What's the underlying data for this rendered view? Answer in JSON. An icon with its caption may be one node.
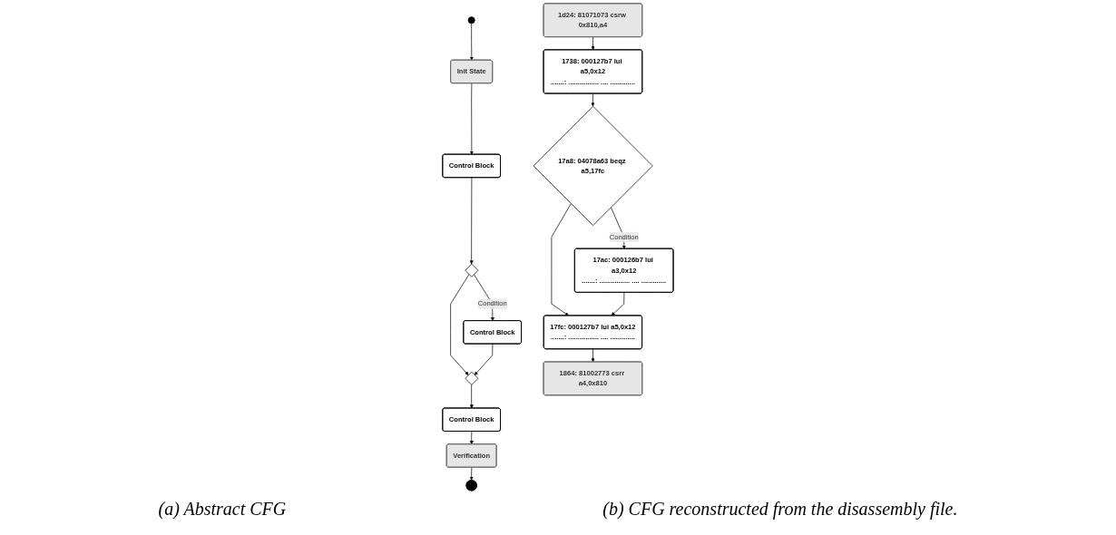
{
  "diagram": {
    "nodes": [
      {
        "text": [],
        "shape": "circle"
      },
      {
        "text": [
          "Init State"
        ]
      },
      {
        "text": [
          "Control Block"
        ]
      },
      {
        "text": [],
        "shape": "diamond"
      },
      {
        "text": [
          "Control Block"
        ]
      },
      {
        "text": [],
        "shape": "diamond"
      },
      {
        "text": [
          "Control Block"
        ]
      },
      {
        "text": [
          "Verification"
        ]
      },
      {
        "text": [],
        "shape": "circle"
      },
      {
        "text": [
          "1d24: 81071073 csrw 0x810,a4"
        ]
      },
      {
        "text": [
          "1738: 000127b7 lui a5,0x12",
          ".......: ................ .... ............."
        ]
      },
      {
        "text": [
          "17a8: 04078a63 beqz a5,17fc"
        ]
      },
      {
        "text": [
          "17ac: 000126b7 lui a3,0x12",
          ".......: ................ .... ............."
        ]
      },
      {
        "text": [
          "17fc: 000127b7 lui a5,0x12",
          ".......: ................ .... ............."
        ]
      },
      {
        "text": [
          "1864: 81002773 csrr a4,0x810"
        ]
      }
    ],
    "edges": [
      {
        "from": 0,
        "to": 1,
        "arrow": "to"
      },
      {
        "from": 1,
        "to": 2,
        "arrow": "to"
      },
      {
        "from": 2,
        "to": 3,
        "arrow": "to"
      },
      {
        "from": 3,
        "to": 4,
        "arrow": "to",
        "label": "Condition"
      },
      {
        "from": 3,
        "to": 5,
        "arrow": "to"
      },
      {
        "from": 4,
        "to": 5,
        "arrow": "to"
      },
      {
        "from": 5,
        "to": 6,
        "arrow": "to"
      },
      {
        "from": 6,
        "to": 7,
        "arrow": "to"
      },
      {
        "from": 7,
        "to": 8,
        "arrow": "to"
      },
      {
        "from": 9,
        "to": 10,
        "arrow": "to"
      },
      {
        "from": 10,
        "to": 11,
        "arrow": "to"
      },
      {
        "from": 11,
        "to": 12,
        "arrow": "to",
        "label": "Condition"
      },
      {
        "from": 11,
        "to": 13,
        "arrow": "to"
      },
      {
        "from": 12,
        "to": 13,
        "arrow": "to"
      },
      {
        "from": 13,
        "to": 14,
        "arrow": "to"
      }
    ],
    "labels": [
      "(a) Abstract CFG",
      "(b) CFG reconstructed from the disassembly file."
    ]
  }
}
